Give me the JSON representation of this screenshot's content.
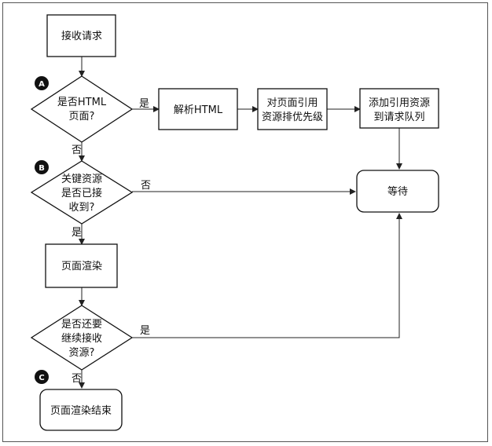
{
  "nodes": {
    "receive": "接收请求",
    "is_html_line1": "是否HTML",
    "is_html_line2": "页面?",
    "parse_html": "解析HTML",
    "prioritize_line1": "对页面引用",
    "prioritize_line2": "资源排优先级",
    "add_queue_line1": "添加引用资源",
    "add_queue_line2": "到请求队列",
    "wait": "等待",
    "critical_line1": "关键资源",
    "critical_line2": "是否已接",
    "critical_line3": "收到?",
    "render": "页面渲染",
    "continue_line1": "是否还要",
    "continue_line2": "继续接收",
    "continue_line3": "资源?",
    "render_end": "页面渲染结束"
  },
  "edge_labels": {
    "html_yes": "是",
    "html_no": "否",
    "critical_no": "否",
    "critical_yes": "是",
    "continue_yes": "是",
    "continue_no": "否"
  },
  "markers": {
    "a": "A",
    "b": "B",
    "c": "C"
  }
}
